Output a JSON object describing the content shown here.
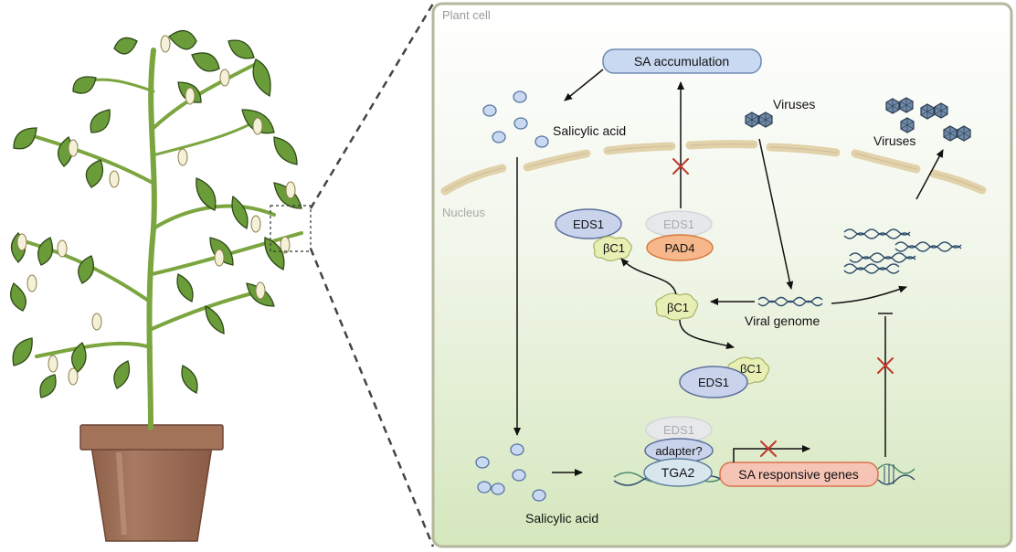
{
  "panel": {
    "cell_label": "Plant cell",
    "nucleus_label": "Nucleus"
  },
  "labels": {
    "sa_accumulation": "SA accumulation",
    "salicylic_acid_top": "Salicylic acid",
    "salicylic_acid_bottom": "Salicylic acid",
    "viruses_in": "Viruses",
    "viruses_out": "Viruses",
    "viral_genome": "Viral genome",
    "eds1_left": "EDS1",
    "bc1_left": "βC1",
    "eds1_faded_mid": "EDS1",
    "pad4": "PAD4",
    "bc1_center": "βC1",
    "eds1_lower": "EDS1",
    "bc1_lower": "βC1",
    "eds1_faded_bottom": "EDS1",
    "adapter": "adapter?",
    "tga2": "TGA2",
    "sa_responsive_genes": "SA responsive genes"
  },
  "colors": {
    "panel_border": "#b5b89c",
    "panel_fill_top": "#ffffff",
    "panel_fill_bottom": "#d7e8bf",
    "membrane": "#e3d3ad",
    "blue_box": "#c8d8f0",
    "orange_box": "#f4b184",
    "inhibit_red": "#c0392b",
    "leaf": "#6a9b3a",
    "pot": "#9b6a52"
  }
}
